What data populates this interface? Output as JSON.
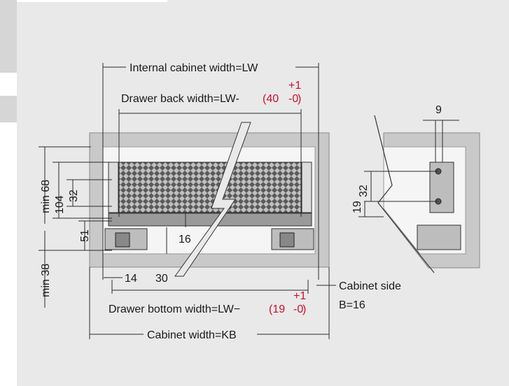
{
  "labels": {
    "internal_width": "Internal cabinet width=LW",
    "back_width_prefix": "Drawer back width=LW-",
    "back_width_value": "(40",
    "back_width_close": ")",
    "bottom_width_prefix": "Drawer bottom width=LW−",
    "bottom_width_value": "(19",
    "bottom_width_close": ")",
    "tol_plus": "+1",
    "tol_minus": "-0",
    "cabinet_width": "Cabinet width=KB",
    "cabinet_side": "Cabinet side",
    "cabinet_side_b": "B=16"
  },
  "dimensions": {
    "min68": "min 68",
    "min38": "min 38",
    "d104": "104",
    "d32": "32",
    "d51": "51",
    "d16": "16",
    "d14": "14",
    "d30": "30",
    "side_9": "9",
    "side_32": "32",
    "side_19": "19"
  },
  "colors": {
    "accent_red": "#c8102e",
    "background": "#e9e9e9",
    "cabinet_gray": "#c9c9c9"
  }
}
